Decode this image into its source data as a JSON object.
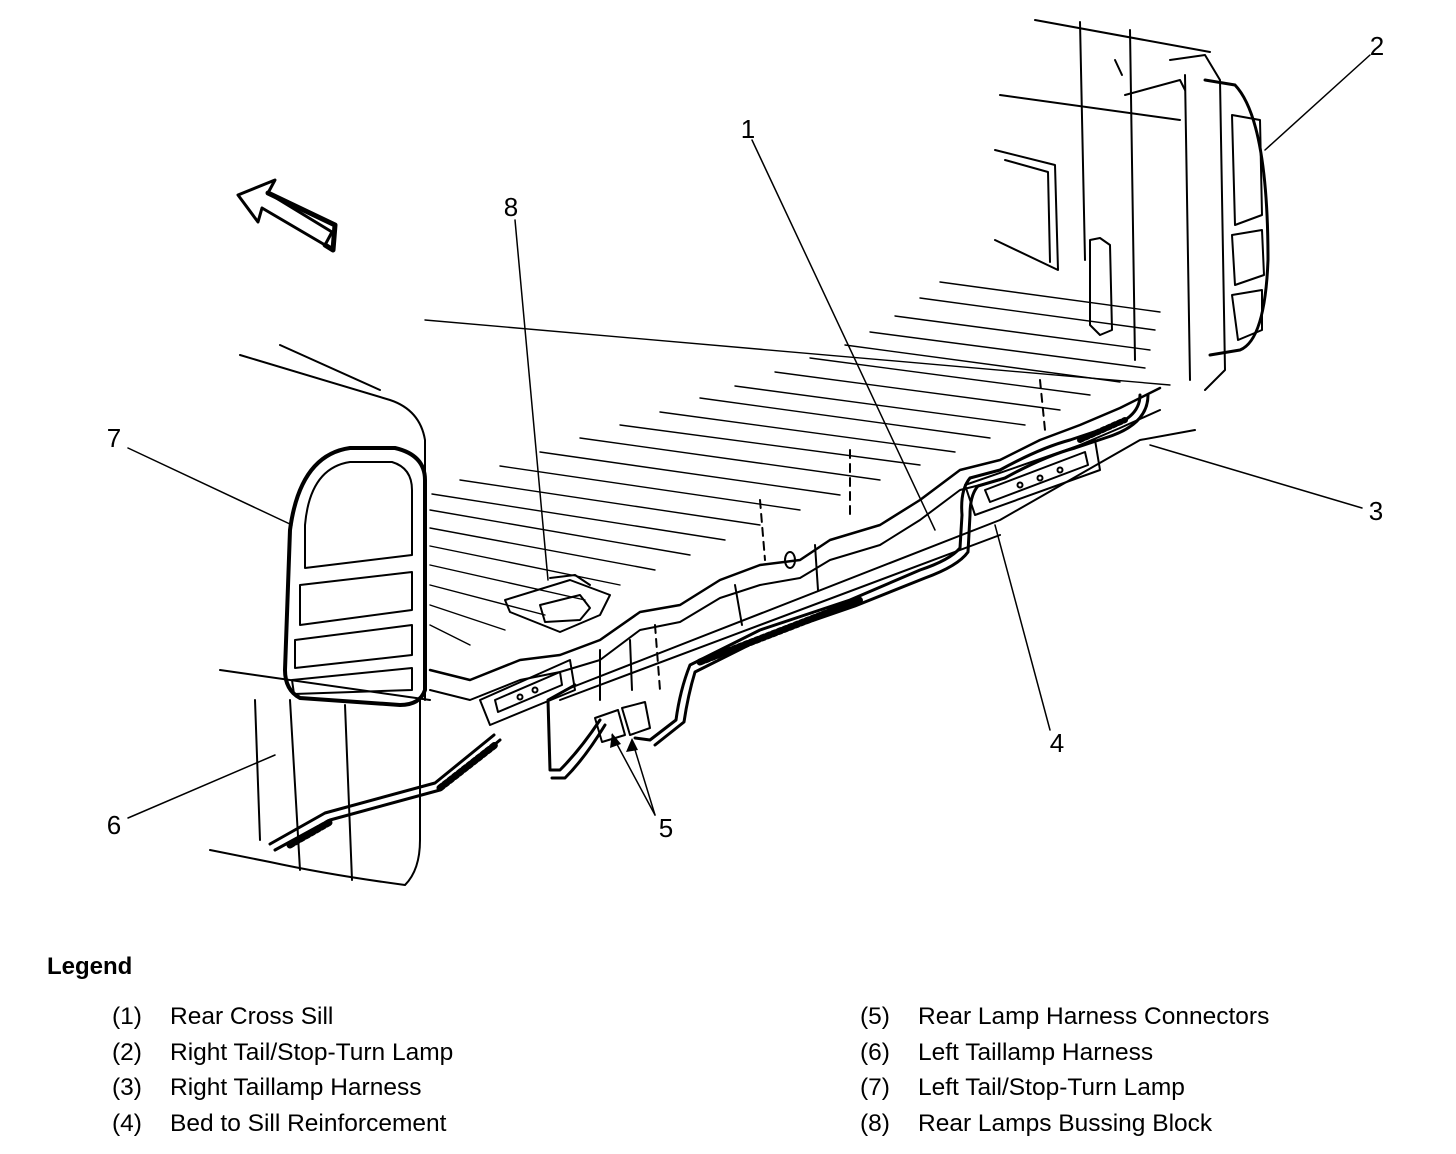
{
  "diagram": {
    "callouts": [
      "1",
      "2",
      "3",
      "4",
      "5",
      "6",
      "7",
      "8"
    ]
  },
  "legend": {
    "title": "Legend",
    "items": [
      {
        "num": "(1)",
        "label": "Rear Cross Sill"
      },
      {
        "num": "(2)",
        "label": "Right Tail/Stop-Turn Lamp"
      },
      {
        "num": "(3)",
        "label": "Right Taillamp Harness"
      },
      {
        "num": "(4)",
        "label": "Bed to Sill Reinforcement"
      },
      {
        "num": "(5)",
        "label": "Rear Lamp Harness Connectors"
      },
      {
        "num": "(6)",
        "label": "Left Taillamp Harness"
      },
      {
        "num": "(7)",
        "label": "Left Tail/Stop-Turn Lamp"
      },
      {
        "num": "(8)",
        "label": "Rear Lamps Bussing Block"
      }
    ]
  }
}
